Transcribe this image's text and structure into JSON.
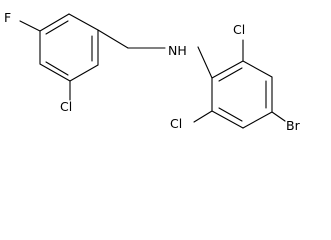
{
  "molecule": {
    "atoms": {
      "fluorine": "F",
      "chlorine_left": "Cl",
      "amine": "NH",
      "chlorine_top": "Cl",
      "chlorine_bottom": "Cl",
      "bromine": "Br"
    },
    "colors": {
      "bond": "#000000",
      "label": "#000000",
      "background": "#ffffff"
    }
  }
}
